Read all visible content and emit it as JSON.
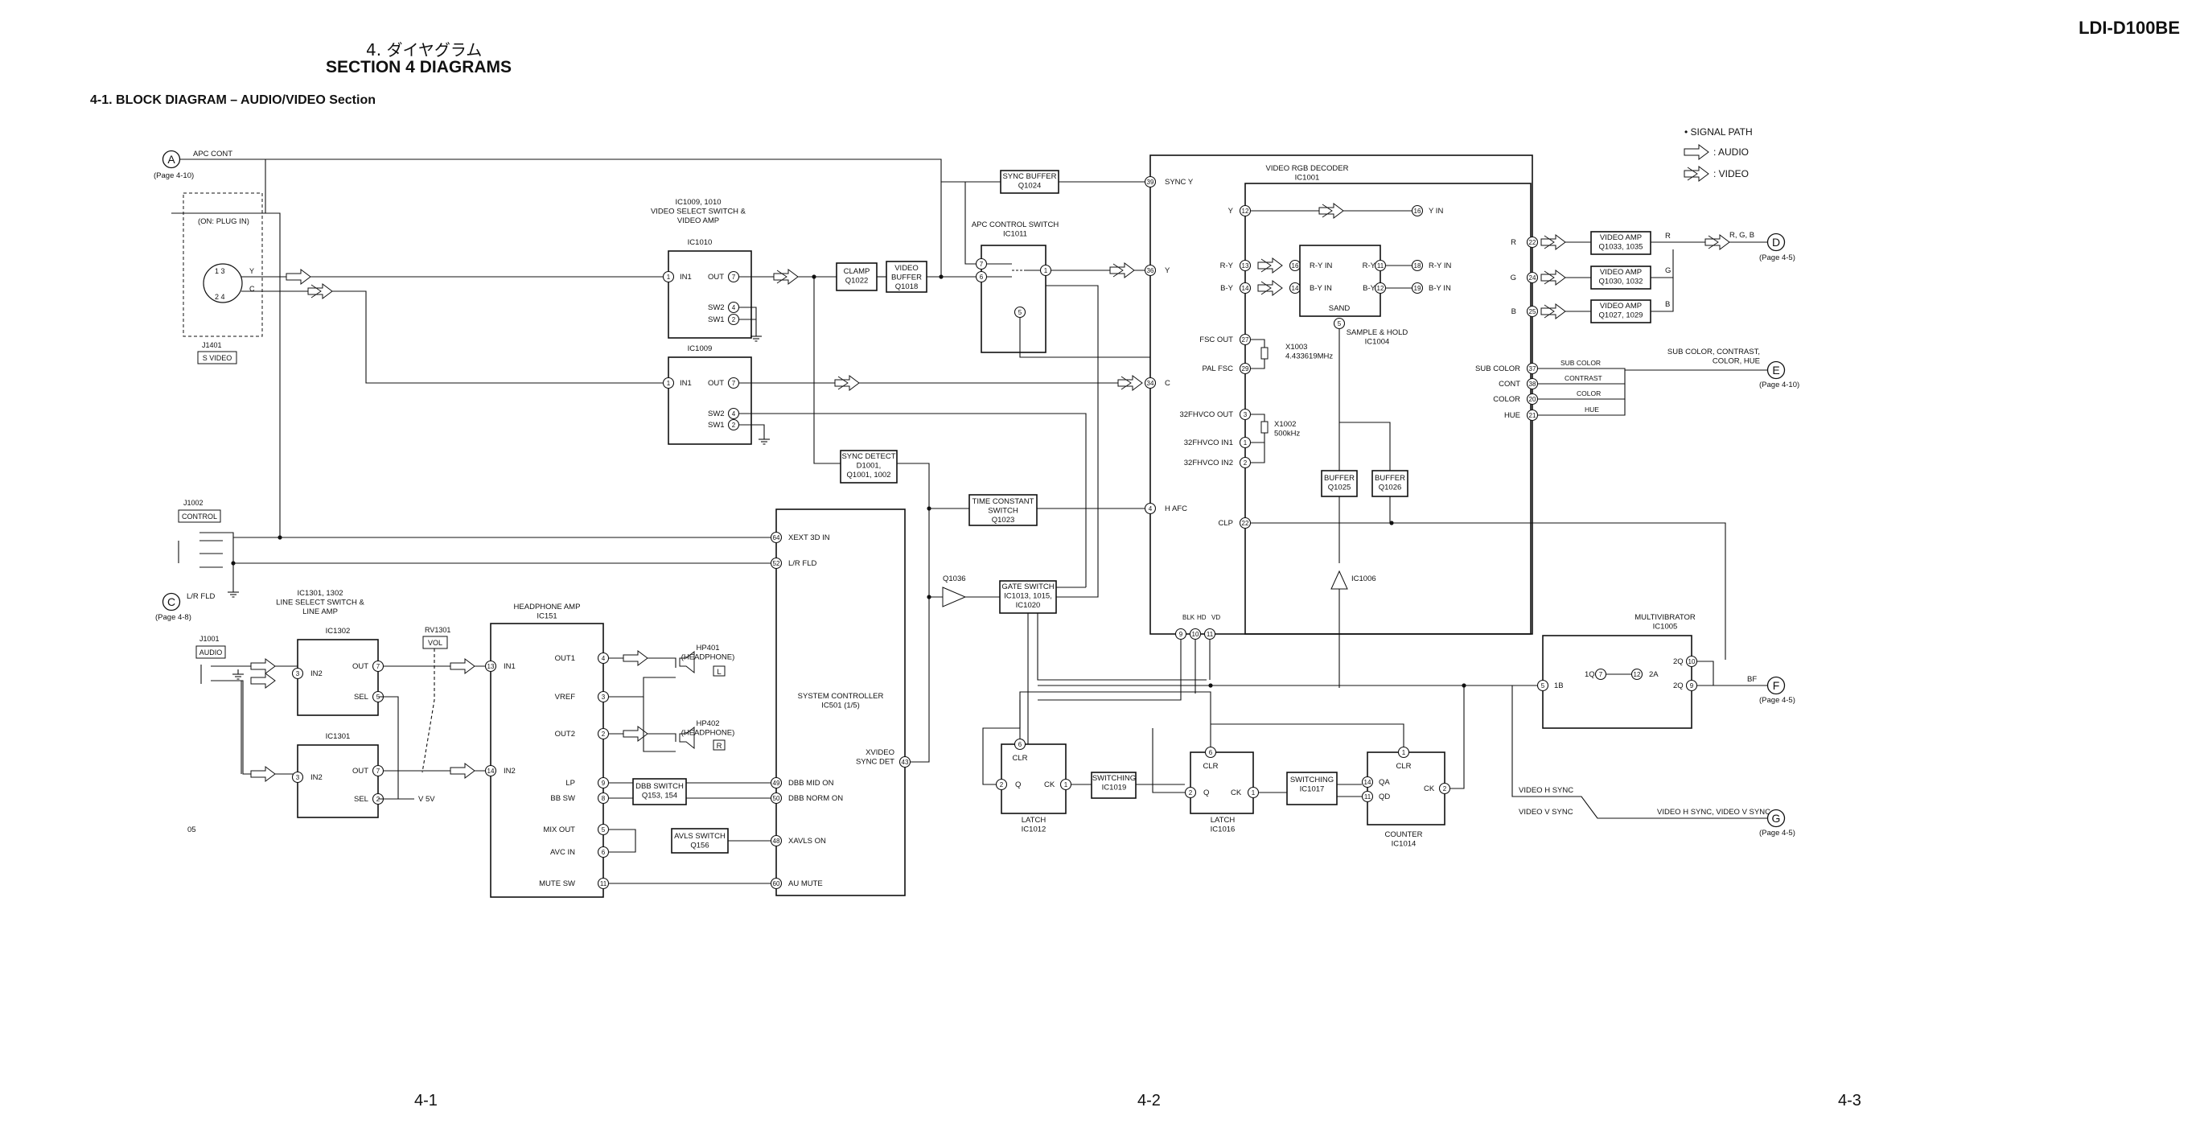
{
  "header": {
    "model": "LDI-D100BE",
    "japanese_title": "4. ダイヤグラム",
    "section_title": "SECTION 4 DIAGRAMS",
    "sub_title": "4-1.   BLOCK DIAGRAM  – AUDIO/VIDEO Section"
  },
  "legend": {
    "title": "• SIGNAL PATH",
    "audio": ": AUDIO",
    "video": ": VIDEO"
  },
  "connectors": [
    {
      "id": "A",
      "page": "(Page 4-10)",
      "label": "APC CONT"
    },
    {
      "id": "C",
      "page": "(Page 4-8)",
      "label": "L/R FLD"
    },
    {
      "id": "D",
      "page": "(Page 4-5)",
      "label": "R, G, B"
    },
    {
      "id": "E",
      "page": "(Page 4-10)",
      "label": "SUB COLOR, CONTRAST,\nCOLOR, HUE"
    },
    {
      "id": "F",
      "page": "(Page 4-5)",
      "label": "BF"
    },
    {
      "id": "G",
      "page": "(Page 4-5)",
      "label": "VIDEO H SYNC, VIDEO V SYNC"
    }
  ],
  "blocks": {
    "svideo": {
      "ref": "J1401",
      "name": "S VIDEO",
      "note": "(ON: PLUG IN)"
    },
    "control": {
      "ref": "J1002",
      "name": "CONTROL"
    },
    "audio_jack": {
      "ref": "J1001",
      "name": "AUDIO"
    },
    "ic1010": {
      "title": "IC1009, 1010\nVIDEO SELECT SWITCH &\nVIDEO AMP",
      "ref": "IC1010"
    },
    "ic1009": {
      "ref": "IC1009"
    },
    "clamp": "CLAMP\nQ1022",
    "vbuffer": "VIDEO\nBUFFER\nQ1018",
    "syncbuf": "SYNC BUFFER\nQ1024",
    "apc": {
      "title": "APC CONTROL SWITCH\nIC1011"
    },
    "syncdet": "SYNC DETECT\nD1001,\nQ1001, 1002",
    "timeconst": "TIME CONSTANT\nSWITCH\nQ1023",
    "gate": "GATE SWITCH\nIC1013, 1015,\nIC1020",
    "q1036": "Q1036",
    "decoder": {
      "title": "VIDEO RGB DECODER\nIC1001"
    },
    "sample": {
      "title": "SAMPLE & HOLD\nIC1004"
    },
    "x1003": "X1003\n4.433619MHz",
    "x1002": "X1002\n500kHz",
    "buf1025": "BUFFER\nQ1025",
    "buf1026": "BUFFER\nQ1026",
    "ic1006": "IC1006",
    "vamp_r": "VIDEO AMP\nQ1033, 1035",
    "vamp_g": "VIDEO AMP\nQ1030, 1032",
    "vamp_b": "VIDEO AMP\nQ1027, 1029",
    "multi": {
      "title": "MULTIVIBRATOR\nIC1005"
    },
    "line_sel": {
      "title": "IC1301, 1302\nLINE SELECT SWITCH &\nLINE AMP",
      "top": "IC1302",
      "bot": "IC1301"
    },
    "rv1301": {
      "ref": "RV1301",
      "name": "VOL"
    },
    "hpamp": {
      "title": "HEADPHONE AMP\nIC151"
    },
    "hp401": "HP401\n(HEADPHONE)",
    "hp402": "HP402\n(HEADPHONE)",
    "dbb": "DBB SWITCH\nQ153, 154",
    "avls": "AVLS SWITCH\nQ156",
    "syscon": {
      "title": "SYSTEM CONTROLLER\nIC501 (1/5)"
    },
    "latch1012": "LATCH\nIC1012",
    "sw1019": "SWITCHING\nIC1019",
    "latch1016": "LATCH\nIC1016",
    "sw1017": "SWITCHING\nIC1017",
    "counter": "COUNTER\nIC1014"
  },
  "signals": {
    "sync_y": "SYNC Y",
    "y": "Y",
    "c": "C",
    "hafc": "H AFC",
    "xext": "XEXT 3D IN",
    "lrfld": "L/R FLD",
    "vhsync": "VIDEO H SYNC",
    "vvsync": "VIDEO V SYNC",
    "bf": "BF",
    "v5v": "V 5V",
    "num05": "05"
  },
  "footer": {
    "p1": "4-1",
    "p2": "4-2",
    "p3": "4-3"
  }
}
